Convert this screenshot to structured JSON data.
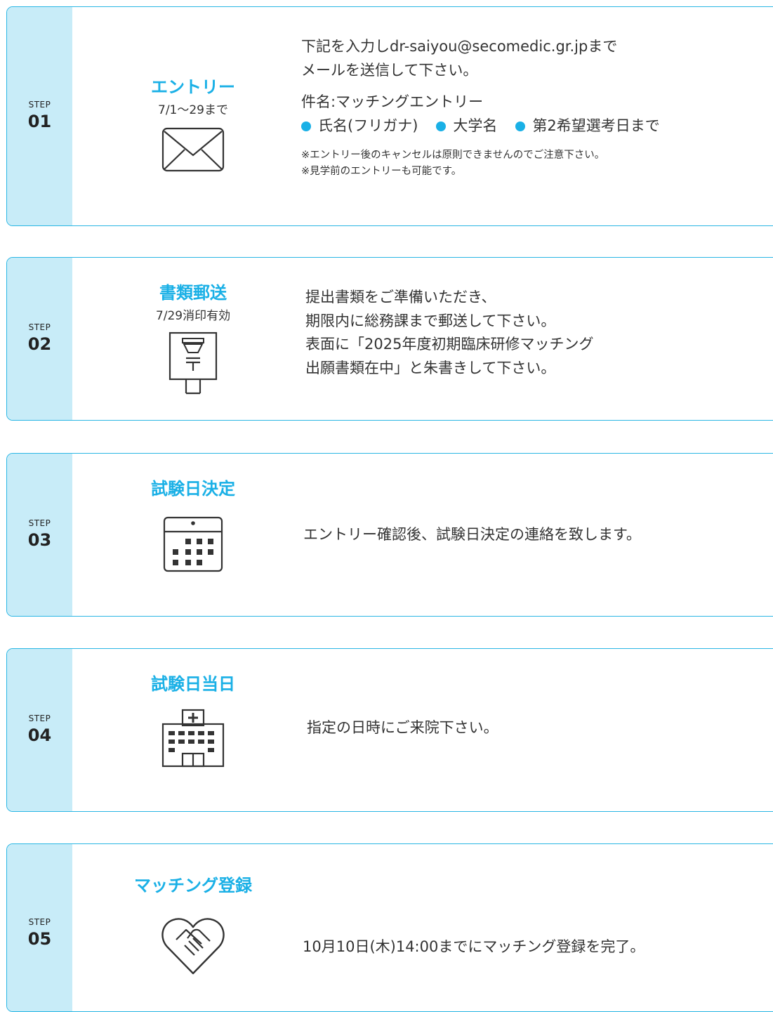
{
  "steps": [
    {
      "label": "STEP",
      "num": "01",
      "title": "エントリー",
      "sub": "7/1〜29まで",
      "icon": "envelope-icon",
      "lines": [
        "下記を入力しdr-saiyou@secomedic.gr.jpまで",
        "メールを送信して下さい。"
      ],
      "subject": "件名:マッチングエントリー",
      "bullets": [
        "氏名(フリガナ)",
        "大学名",
        "第2希望選考日まで"
      ],
      "notes": [
        "※エントリー後のキャンセルは原則できませんのでご注意下さい。",
        "※見学前のエントリーも可能です。"
      ]
    },
    {
      "label": "STEP",
      "num": "02",
      "title": "書類郵送",
      "sub": "7/29消印有効",
      "icon": "postbox-icon",
      "lines": [
        "提出書類をご準備いただき、",
        "期限内に総務課まで郵送して下さい。",
        "表面に「2025年度初期臨床研修マッチング",
        "出願書類在中」と朱書きして下さい。"
      ]
    },
    {
      "label": "STEP",
      "num": "03",
      "title": "試験日決定",
      "icon": "calendar-icon",
      "lines": [
        "エントリー確認後、試験日決定の連絡を致します。"
      ]
    },
    {
      "label": "STEP",
      "num": "04",
      "title": "試験日当日",
      "icon": "hospital-icon",
      "lines": [
        "指定の日時にご来院下さい。"
      ]
    },
    {
      "label": "STEP",
      "num": "05",
      "title": "マッチング登録",
      "icon": "heart-handshake-icon",
      "lines": [
        "10月10日(木)14:00までにマッチング登録を完了。"
      ]
    }
  ],
  "colors": {
    "accent": "#1ab0e6",
    "step_bg": "#c8ecf8",
    "border": "#2ab6e4"
  }
}
